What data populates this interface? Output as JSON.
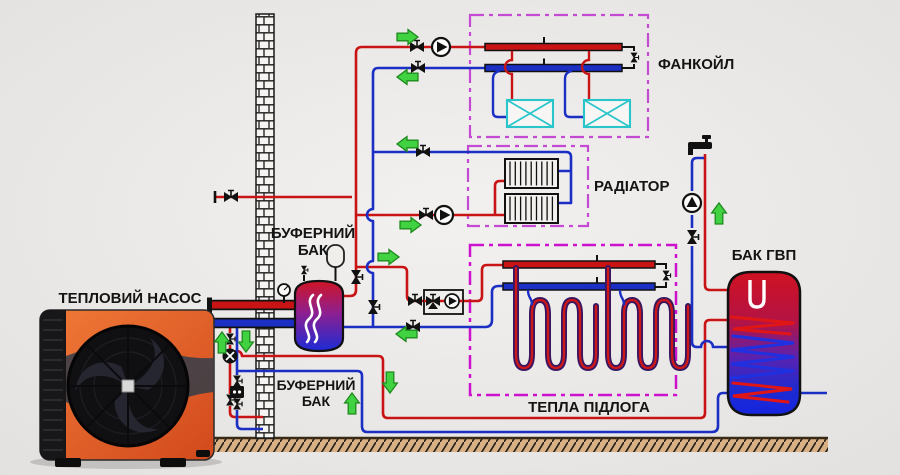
{
  "diagram": {
    "labels": {
      "heat_pump": "ТЕПЛОВИЙ НАСОС",
      "buffer_tank": [
        "БУФЕРНИЙ",
        "БАК"
      ],
      "buffer_tank_lower": [
        "БУФЕРНИЙ",
        "БАК"
      ],
      "fancoil": "ФАНКОЙЛ",
      "radiator": "РАДІАТОР",
      "underfloor": "ТЕПЛА ПІДЛОГА",
      "dhw_tank": "БАК ГВП"
    },
    "colors": {
      "background": "#ebe9e7",
      "supply_red": "#c81414",
      "return_blue": "#1b2fc4",
      "zone_border_magenta": "#c44ad4",
      "floor_zone_border": "#cc12cc",
      "fancoil_unit_cyan": "#29c5cb",
      "arrow_green": "#41d241",
      "ground_tan": "#d8b083",
      "wall_brick_white": "#f6f4f1",
      "heat_pump_orange": "#e8622a",
      "tank_hot_red": "#d01222",
      "tank_cold_blue": "#1525d8"
    },
    "zones": [
      {
        "name": "fancoil",
        "label": "ФАНКОЙЛ",
        "units": 2
      },
      {
        "name": "radiator",
        "label": "РАДІАТОР",
        "radiators": 2
      },
      {
        "name": "underfloor",
        "label": "ТЕПЛА ПІДЛОГА",
        "loops": 2
      }
    ],
    "components": {
      "pumps": 4,
      "shutoff_valves": 14,
      "three_way_valves": 2,
      "filter": 1,
      "pressure_gauge": 1,
      "expansion_vessel": 1,
      "air_vent": 1,
      "faucet": 1,
      "flow_arrows": 11
    }
  }
}
